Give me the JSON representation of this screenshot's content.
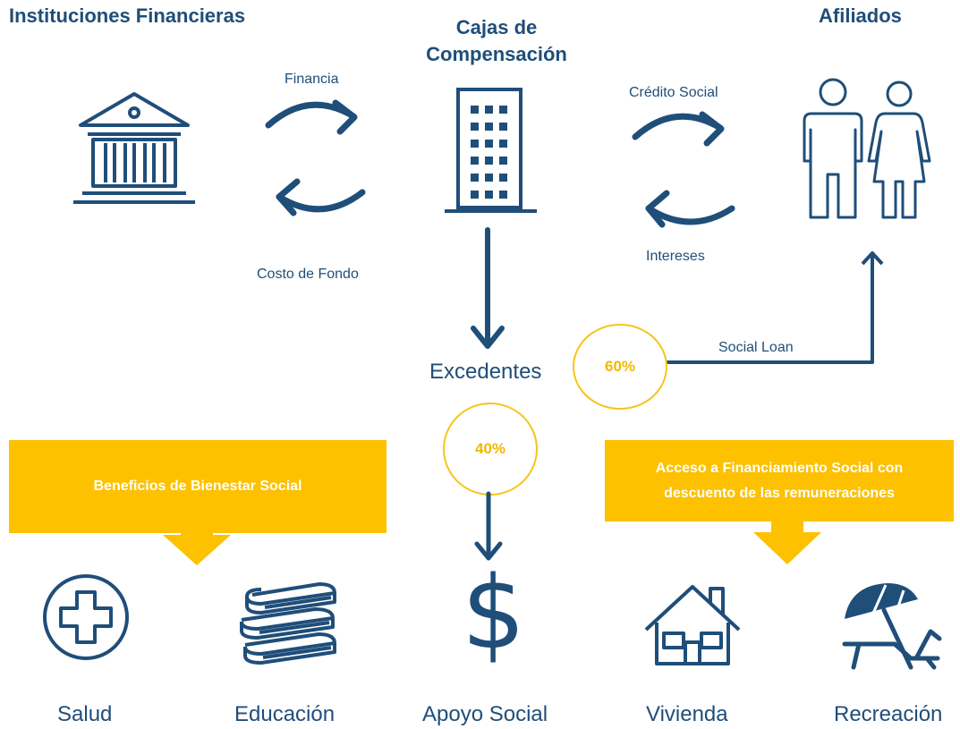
{
  "headers": {
    "instituciones": "Instituciones Financieras",
    "cajas_line1": "Cajas de",
    "cajas_line2": "Compensación",
    "afiliados": "Afiliados"
  },
  "flows": {
    "financia": "Financia",
    "costo_fondo": "Costo de Fondo",
    "credito_social": "Crédito Social",
    "intereses": "Intereses",
    "social_loan": "Social Loan"
  },
  "excedentes": "Excedentes",
  "percents": {
    "loan": "60%",
    "apoyo": "40%"
  },
  "boxes": {
    "bienestar": "Beneficios de Bienestar Social",
    "financiamiento_line1": "Acceso a Financiamiento Social con",
    "financiamiento_line2": "descuento de las remuneraciones"
  },
  "items": {
    "salud": "Salud",
    "educacion": "Educación",
    "apoyo": "Apoyo Social",
    "vivienda": "Vivienda",
    "recreacion": "Recreación"
  },
  "colors": {
    "navy": "#1f4e79",
    "gold": "#fdc100",
    "ring": "#f5c518"
  },
  "icons": [
    "bank-icon",
    "building-icon",
    "people-icon",
    "cycle-arrows-icon",
    "health-cross-icon",
    "books-icon",
    "dollar-icon",
    "house-icon",
    "beach-umbrella-icon"
  ]
}
